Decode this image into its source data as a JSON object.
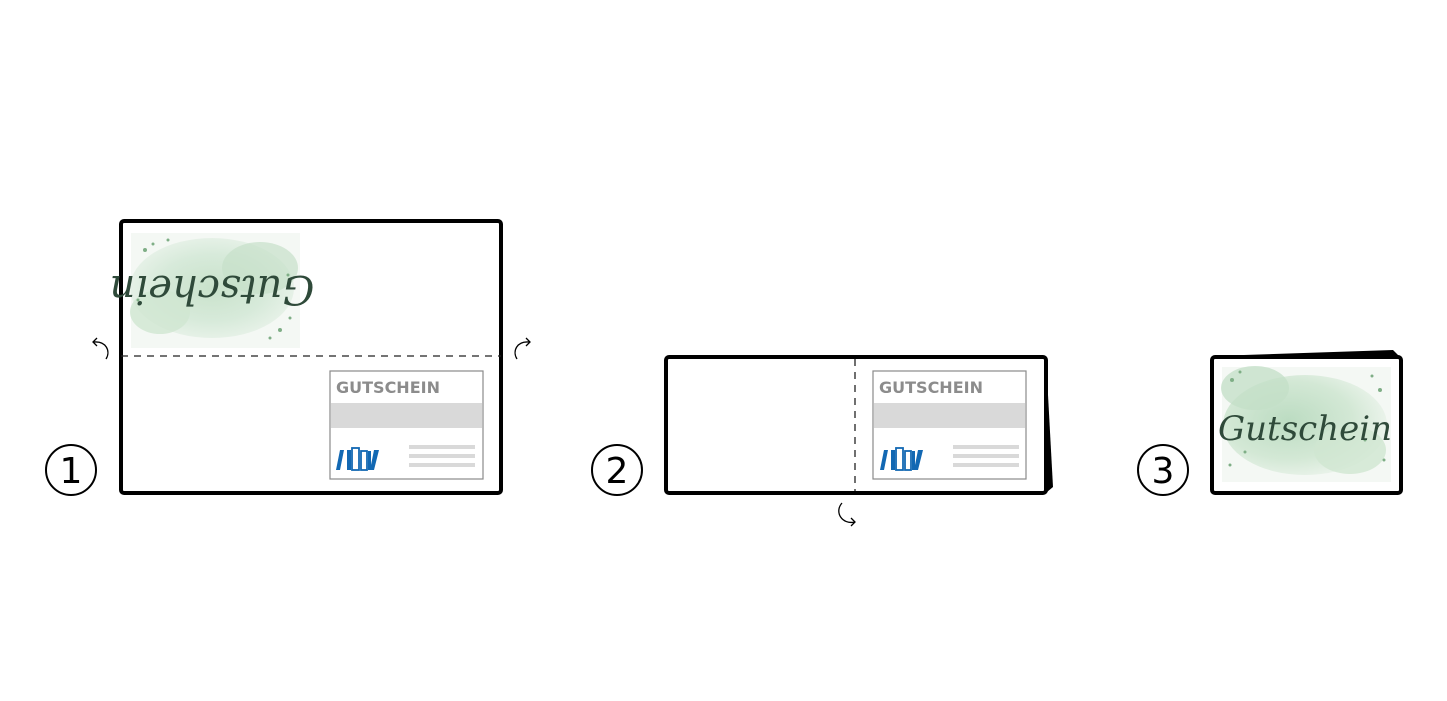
{
  "steps": [
    {
      "number": "1",
      "card_title": "GUTSCHEIN",
      "cover_text": "Gutschein"
    },
    {
      "number": "2",
      "card_title": "GUTSCHEIN"
    },
    {
      "number": "3",
      "cover_text": "Gutschein"
    }
  ],
  "colors": {
    "outline": "#000000",
    "dash": "#222222",
    "card_border": "#8a8a8a",
    "card_title": "#8c8c8c",
    "card_band": "#d9d9d9",
    "logo_blue": "#1268b3",
    "cover_green_light": "#dcebdc",
    "cover_green_mid": "#bfdcc3",
    "cover_script": "#2f4a3a"
  },
  "icons": [
    "fold-arrow-left-icon",
    "fold-arrow-right-icon",
    "fold-arrow-down-icon",
    "bookshelf-logo-icon"
  ]
}
